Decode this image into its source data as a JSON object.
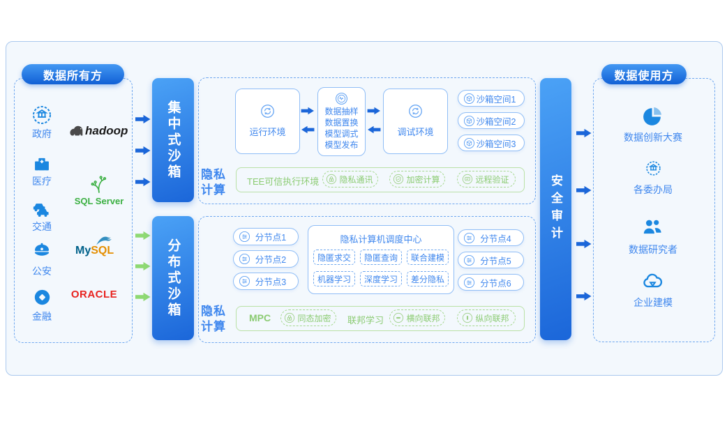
{
  "owner": {
    "title": "数据所有方",
    "items": [
      {
        "label": "政府"
      },
      {
        "label": "医疗"
      },
      {
        "label": "交通"
      },
      {
        "label": "公安"
      },
      {
        "label": "金融"
      }
    ],
    "logos": [
      {
        "label": "hadoop"
      },
      {
        "label": "SQL Server"
      },
      {
        "label": "MySQL",
        "part1": "My",
        "part2": "SQL"
      },
      {
        "label": "ORACLE"
      }
    ]
  },
  "central": {
    "bar_label": "集中式沙箱",
    "privacy_label": "隐私计算",
    "runtime_label": "运行环境",
    "debug_label": "调试环境",
    "pipeline": [
      "数据抽样",
      "数据置换",
      "模型调式",
      "模型发布"
    ],
    "spaces": [
      "沙箱空间1",
      "沙箱空间2",
      "沙箱空间3"
    ],
    "tee": {
      "title": "TEE可信执行环境",
      "chips": [
        "隐私通讯",
        "加密计算",
        "远程验证"
      ]
    }
  },
  "distributed": {
    "bar_label": "分布式沙箱",
    "privacy_label": "隐私计算",
    "nodes": [
      "分节点1",
      "分节点2",
      "分节点3",
      "分节点4",
      "分节点5",
      "分节点6"
    ],
    "scheduler": {
      "title": "隐私计算机调度中心",
      "chips": [
        "隐匿求交",
        "隐匿查询",
        "联合建模",
        "机器学习",
        "深度学习",
        "差分隐私"
      ]
    },
    "mpc": {
      "label": "MPC",
      "chip_homomorphic": "同态加密",
      "federated_label": "联邦学习",
      "chip_horizontal": "横向联邦",
      "chip_vertical": "纵向联邦"
    }
  },
  "audit": {
    "bar_label": "安全审计"
  },
  "user": {
    "title": "数据使用方",
    "items": [
      {
        "label": "数据创新大赛"
      },
      {
        "label": "各委办局"
      },
      {
        "label": "数据研究者"
      },
      {
        "label": "企业建模"
      }
    ]
  },
  "colors": {
    "primary_blue": "#1b66d9",
    "bar_gradient_top": "#4ba2f6",
    "text_blue": "#3f87ee",
    "box_border_blue": "#8fbdf6",
    "green_text": "#8bcb72",
    "green_border": "#b9e1a6",
    "arrow_green": "#8ed973",
    "card_bg": "#f3f8fd"
  }
}
